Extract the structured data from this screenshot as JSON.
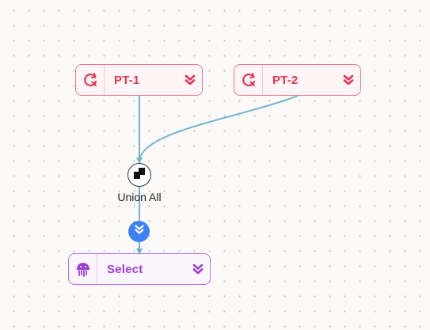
{
  "nodes": {
    "pt1": {
      "label": "PT-1",
      "icon": "refresh-x-icon",
      "menu_icon": "chevron-double-down-icon"
    },
    "pt2": {
      "label": "PT-2",
      "icon": "refresh-x-icon",
      "menu_icon": "chevron-double-down-icon"
    },
    "union": {
      "label": "Union All",
      "icon": "union-icon"
    },
    "select": {
      "label": "Select",
      "icon": "jellyfish-icon",
      "menu_icon": "chevron-double-down-icon"
    }
  },
  "expand_button": {
    "icon": "chevron-double-down-icon"
  },
  "colors": {
    "source_accent": "#e8334f",
    "select_accent": "#9b3fd6",
    "edge": "#6fb3d2",
    "expand_button": "#3b82f6"
  }
}
